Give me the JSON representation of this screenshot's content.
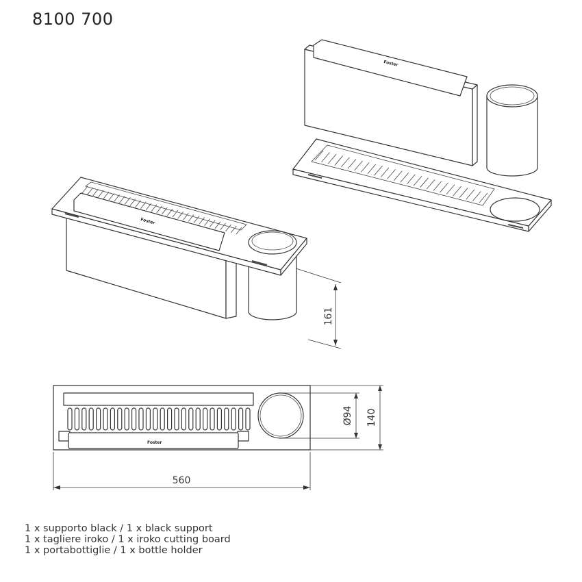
{
  "title": "8100 700",
  "logo_text": "Foster",
  "dimensions": {
    "height": "161",
    "diameter": "Ø94",
    "depth": "140",
    "width": "560"
  },
  "parts_list": [
    "1 x supporto black / 1 x black support",
    "1 x tagliere iroko / 1 x iroko cutting board",
    "1 x portabottiglie / 1 x bottle holder"
  ]
}
